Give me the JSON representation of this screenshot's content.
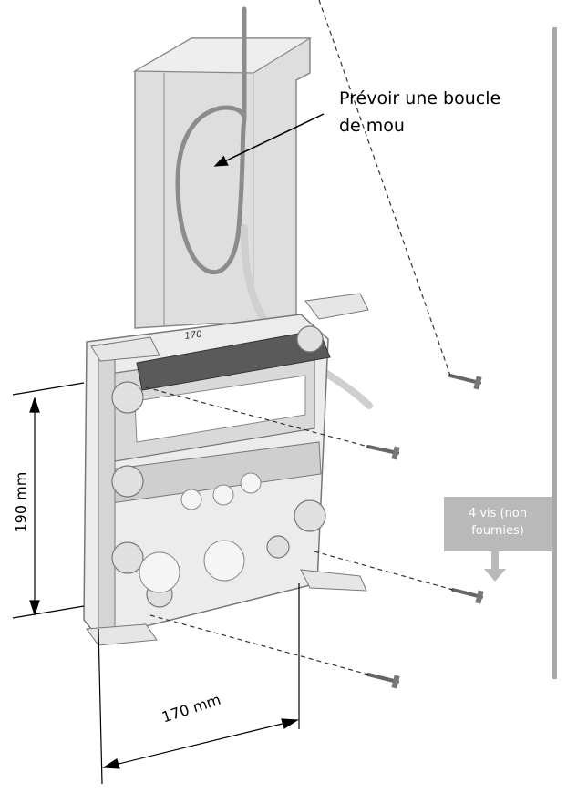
{
  "callout": {
    "line1": "Prévoir une boucle",
    "line2": "de mou"
  },
  "screws_note": {
    "line1": "4 vis (non",
    "line2": "fournies)"
  },
  "dimensions": {
    "height": "190 mm",
    "width": "170 mm"
  },
  "frame_marking": "170",
  "colors": {
    "wall": "#a9a9a9",
    "note_box": "#b9b9b9",
    "cable": "#8c8c8c"
  }
}
